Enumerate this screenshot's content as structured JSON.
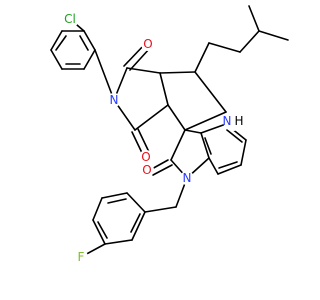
{
  "molecule": {
    "atom_labels": {
      "chlorine": "Cl",
      "fluorine": "F",
      "imide_nitrogen": "N",
      "amine_nitrogen": "N",
      "amine_hydrogen": "H",
      "indole_nitrogen": "N",
      "carbonyl_oxygen_top": "O",
      "carbonyl_oxygen_bottom": "O",
      "carbonyl_oxygen_lactam": "O"
    },
    "colors": {
      "bond": "#000000",
      "chlorine": "#1fa31f",
      "fluorine": "#7fbf2a",
      "nitrogen": "#2a3cff",
      "oxygen": "#e8141e",
      "hydrogen": "#000000"
    }
  }
}
